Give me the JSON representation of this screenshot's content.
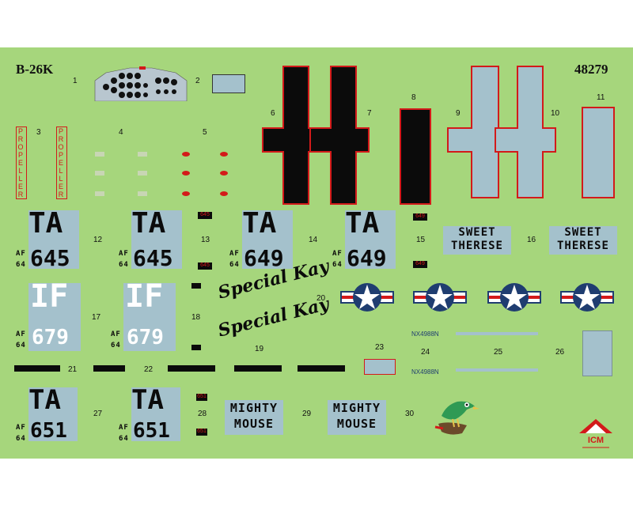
{
  "header": {
    "model": "B-26K",
    "code": "48279"
  },
  "numbers": [
    "1",
    "2",
    "3",
    "4",
    "5",
    "6",
    "7",
    "8",
    "9",
    "10",
    "11",
    "12",
    "13",
    "14",
    "15",
    "16",
    "17",
    "18",
    "19",
    "20",
    "21",
    "22",
    "23",
    "24",
    "25",
    "26",
    "27",
    "28",
    "29",
    "30"
  ],
  "decals": {
    "propeller_text": "PROPELLER",
    "ta": "TA",
    "if": "IF",
    "af": "AF",
    "yr": "64",
    "n645": "645",
    "n649": "649",
    "n679": "679",
    "n651": "651",
    "sweet": "SWEET",
    "therese": "THERESE",
    "special_kay": "Special Kay",
    "mighty": "MIGHTY",
    "mouse": "MOUSE",
    "nx": "NX4988N"
  },
  "logo": {
    "brand": "ICM"
  },
  "colors": {
    "sheet": "#a6d67c",
    "panel": "#a4c1cc",
    "black": "#0b0b0b",
    "red": "#d31a1a",
    "roundel_blue": "#1f3d70"
  }
}
